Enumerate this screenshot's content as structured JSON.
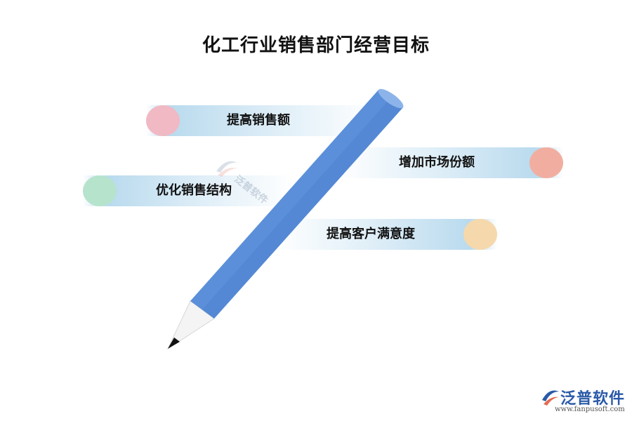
{
  "title": "化工行业销售部门经营目标",
  "goals": [
    {
      "label": "提高销售额",
      "color": "#f0b9c3"
    },
    {
      "label": "增加市场份额",
      "color": "#f1aea0"
    },
    {
      "label": "优化销售结构",
      "color": "#b6e3cc"
    },
    {
      "label": "提高客户满意度",
      "color": "#f6d8ad"
    }
  ],
  "colors": {
    "pencil_body": "#5b8fd9",
    "pencil_end": "#8db4ea",
    "ribbon": "#add4eb"
  },
  "watermark": {
    "text": "泛普软件"
  },
  "brand": {
    "name": "泛普软件",
    "url": "www.fanpusoft.com"
  }
}
